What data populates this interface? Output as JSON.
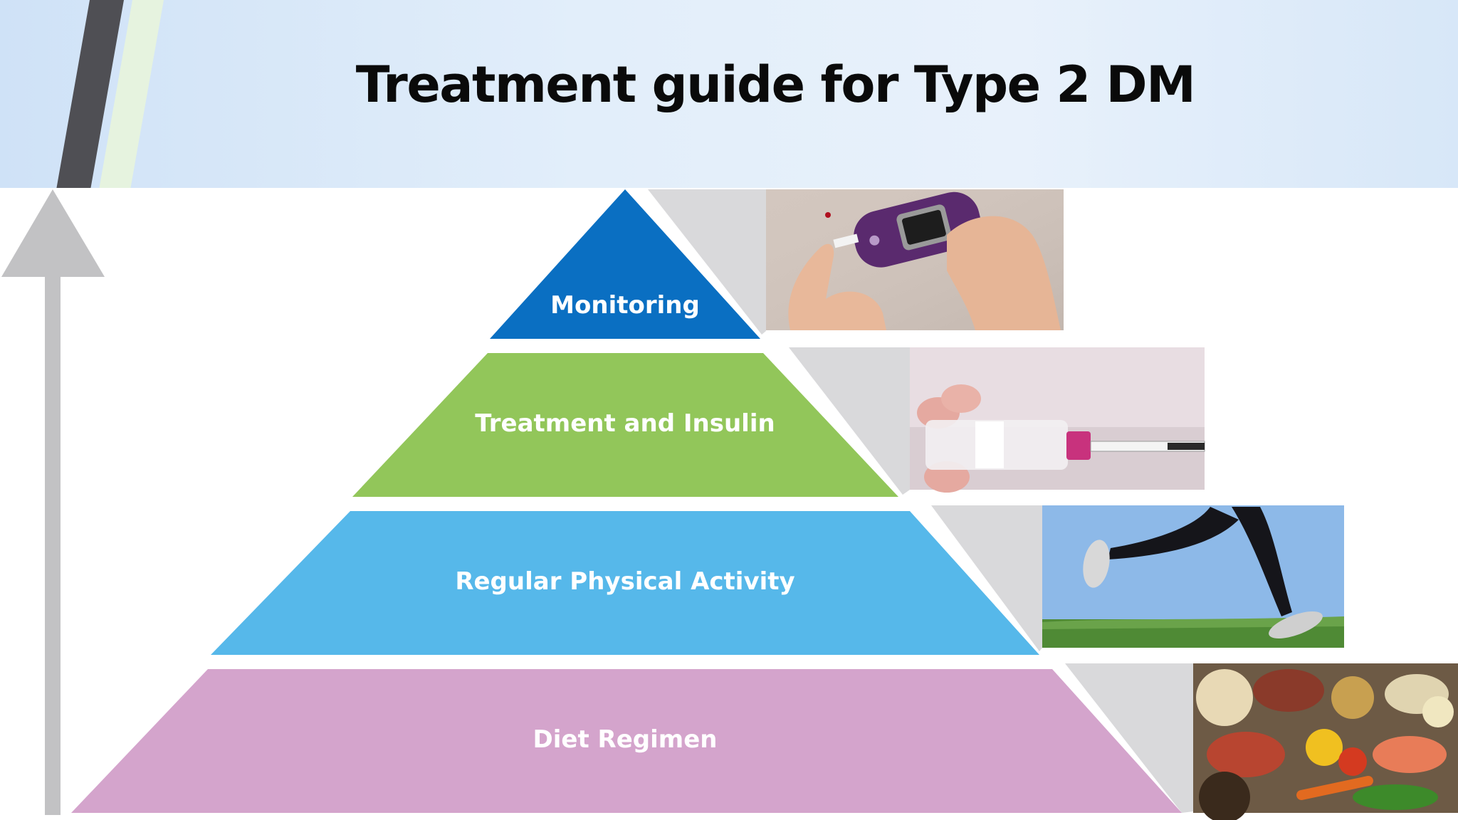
{
  "slide": {
    "title": "Treatment guide for Type 2 DM"
  },
  "pyramid": {
    "tiers": [
      {
        "label": "Monitoring",
        "color": "#0a6fc2"
      },
      {
        "label": "Treatment and Insulin",
        "color": "#92c65a"
      },
      {
        "label": "Regular Physical Activity",
        "color": "#56b8ea"
      },
      {
        "label": "Diet Regimen",
        "color": "#d4a4cc"
      }
    ],
    "arrow_color": "#c2c2c4",
    "shadow_color": "#d9d9db"
  },
  "photos": [
    {
      "subject": "glucose-meter-photo"
    },
    {
      "subject": "insulin-vial-syringe-photo"
    },
    {
      "subject": "runner-legs-photo"
    },
    {
      "subject": "assorted-food-photo"
    }
  ]
}
